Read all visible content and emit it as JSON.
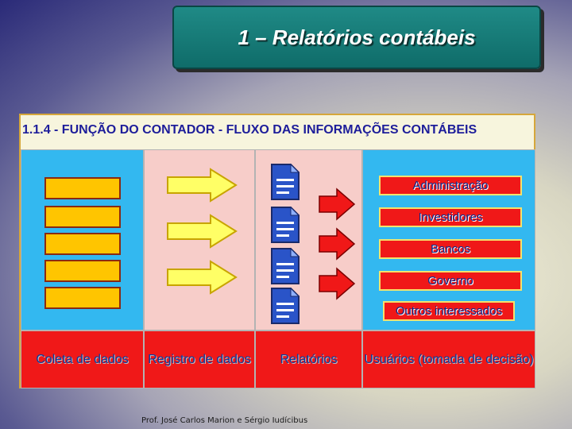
{
  "slide": {
    "title": "1 – Relatórios contábeis",
    "footer": "Prof. José Carlos Marion e Sérgio Iudícibus"
  },
  "diagram": {
    "header": "1.1.4 - FUNÇÃO DO CONTADOR - FLUXO DAS INFORMAÇÕES CONTÁBEIS",
    "stages": [
      {
        "label": "Coleta de dados"
      },
      {
        "label": "Registro de dados"
      },
      {
        "label": "Relatórios"
      },
      {
        "label": "Usuários (tomada de decisão)"
      }
    ],
    "users": [
      {
        "label": "Administração"
      },
      {
        "label": "Investidores"
      },
      {
        "label": "Bancos"
      },
      {
        "label": "Governo"
      },
      {
        "label": "Outros interessados"
      }
    ],
    "data_block_count": 5,
    "colors": {
      "blue_column": "#33b8f0",
      "pink_column": "#f7cdc9",
      "red": "#f01818",
      "yellow_block": "#ffc500",
      "yellow_arrow": "#ffff66",
      "title_teal": "#178a86",
      "header_text": "#1d1d9a"
    },
    "icons": [
      "document-icon",
      "right-arrow-icon"
    ]
  }
}
